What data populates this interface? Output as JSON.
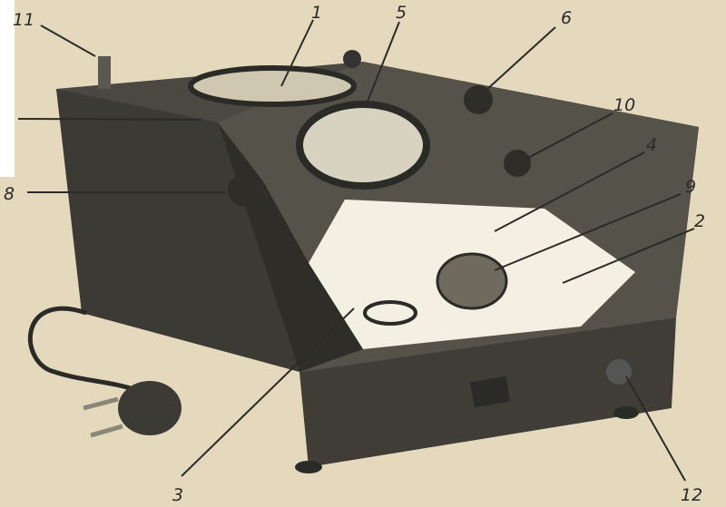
{
  "figure": {
    "labels": [
      {
        "id": "11",
        "text": "11"
      },
      {
        "id": "1",
        "text": "1"
      },
      {
        "id": "5",
        "text": "5"
      },
      {
        "id": "6",
        "text": "6"
      },
      {
        "id": "10",
        "text": "10"
      },
      {
        "id": "4",
        "text": "4"
      },
      {
        "id": "9",
        "text": "9"
      },
      {
        "id": "2",
        "text": "2"
      },
      {
        "id": "8",
        "text": "8"
      },
      {
        "id": "3",
        "text": "3"
      },
      {
        "id": "12",
        "text": "12"
      }
    ],
    "colors": {
      "paper": "#e4d9bd",
      "device": "#3b3a34",
      "panel": "#f3efe2",
      "metal": "#8a8678"
    }
  }
}
